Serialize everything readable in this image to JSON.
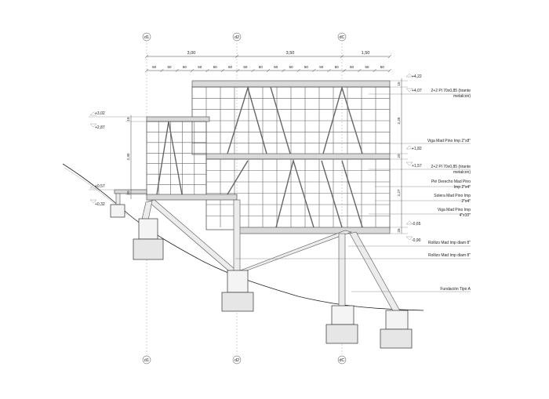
{
  "axes": {
    "top": [
      "d1",
      "d2",
      "dC"
    ],
    "bottom": [
      "d1",
      "d2",
      "dC"
    ]
  },
  "dimensions": {
    "main": [
      "3,00",
      "3,50",
      "1,50"
    ],
    "sub": [
      "50",
      "50",
      "50",
      "50",
      "50",
      "50",
      "50",
      "50",
      "50",
      "50",
      "50",
      "50",
      "50",
      "50",
      "50",
      "50"
    ],
    "vertical_right": [
      "15",
      "2,25",
      "20",
      "2,27",
      "25"
    ],
    "vertical_left": [
      "15",
      "2,30",
      "20"
    ]
  },
  "levels": {
    "right": [
      "+4,22",
      "+4,07",
      "+1,82",
      "+1,57",
      "-0,65",
      "-0,90"
    ],
    "left": [
      "+3,02",
      "+2,87",
      "+0,57",
      "+0,32"
    ]
  },
  "annotations": [
    "2+2 Pl 70x0,85 (tirante",
    "metalcon)",
    "Viga Mad Pino Imp 2\"x8\"",
    "2+2 Pl 70x0,85 (tirante",
    "metalcon)",
    "Pié Derecho Mad Pino",
    "Imp 2\"x4\"",
    "Solera Mad Pino Imp",
    "2\"x4\"",
    "Viga Mad Pino Imp",
    "4\"x10\"",
    "Rollizo Mad Imp diam 8\"",
    "Rollizo Mad Imp diam 8\"",
    "Fundación Tipo A"
  ]
}
